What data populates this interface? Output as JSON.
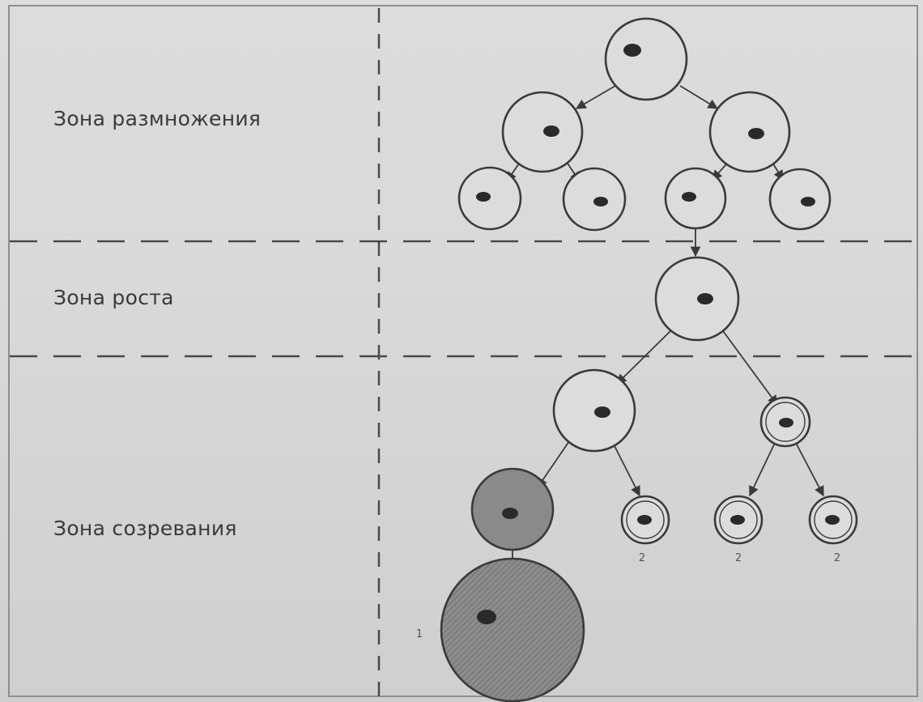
{
  "zones": {
    "reproduction": "Зона размножения",
    "growth": "Зона роста",
    "maturation": "Зона созревания"
  },
  "cell_labels": {
    "polar_1": "2",
    "polar_2": "2",
    "polar_3": "2",
    "ovum": "1"
  },
  "colors": {
    "line": "#3a3a3a",
    "cell_fill": "#dcdcdc",
    "oocyte_fill": "#8a8a8a",
    "ovum_fill": "#7e7e7e",
    "nucleus": "#2a2a2a"
  }
}
